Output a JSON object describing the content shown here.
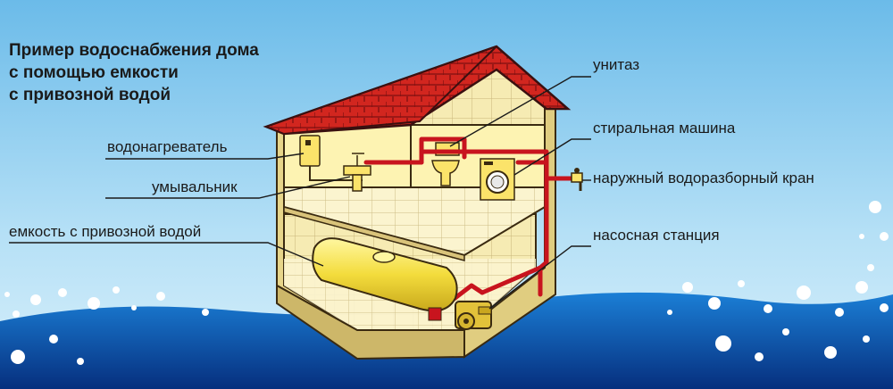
{
  "title": {
    "lines": [
      "Пример водоснабжения дома",
      "с помощью емкости",
      "с привозной водой"
    ]
  },
  "labels": {
    "water_heater": "водонагреватель",
    "washbasin": "умывальник",
    "tank": "емкость с привозной водой",
    "toilet": "унитаз",
    "washing_machine": "стиральная машина",
    "outdoor_tap": "наружный водоразборный кран",
    "pump_station": "насосная станция"
  },
  "colors": {
    "sky": "#7cc4ec",
    "water": "#0a4fa8",
    "roof": "#c8201e",
    "wall": "#fdf3b2",
    "pipe": "#c8141e",
    "tank": "#f4e04a"
  }
}
